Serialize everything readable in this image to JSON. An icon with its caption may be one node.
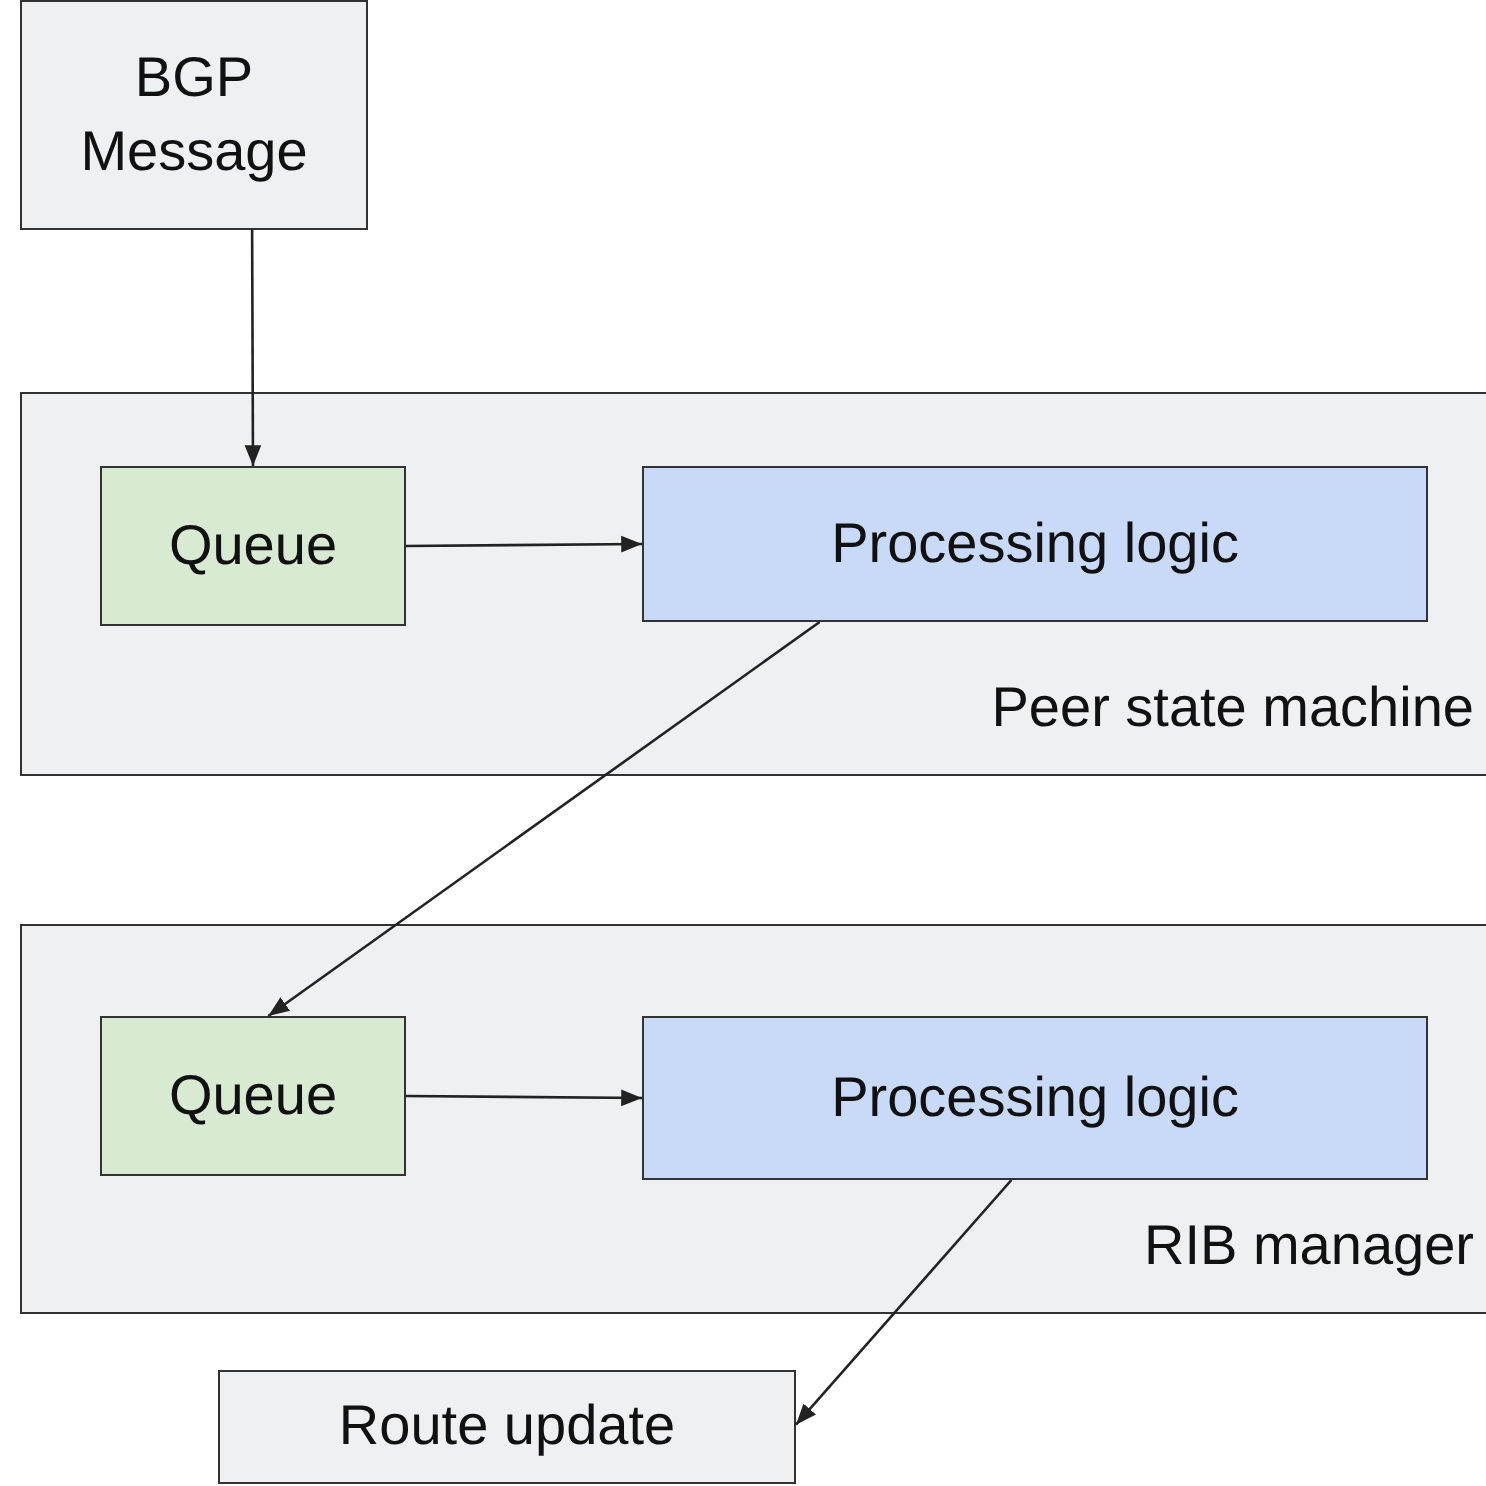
{
  "diagram": {
    "nodes": [
      {
        "text": [
          "BGP Message"
        ]
      },
      {
        "text": [
          "Peer state machine"
        ]
      },
      {
        "text": [
          "Queue"
        ],
        "in": 1
      },
      {
        "text": [
          "Processing logic"
        ],
        "in": 1
      },
      {
        "text": [
          "RIB manager"
        ]
      },
      {
        "text": [
          "Queue"
        ],
        "in": 4
      },
      {
        "text": [
          "Processing logic"
        ],
        "in": 4
      },
      {
        "text": [
          "Route update"
        ]
      }
    ],
    "edges": [
      {
        "from": 0,
        "to": 2,
        "arrow": "to"
      },
      {
        "from": 2,
        "to": 3,
        "arrow": "to"
      },
      {
        "from": 3,
        "to": 5,
        "arrow": "to"
      },
      {
        "from": 5,
        "to": 6,
        "arrow": "to"
      },
      {
        "from": 6,
        "to": 7,
        "arrow": "to"
      }
    ]
  }
}
